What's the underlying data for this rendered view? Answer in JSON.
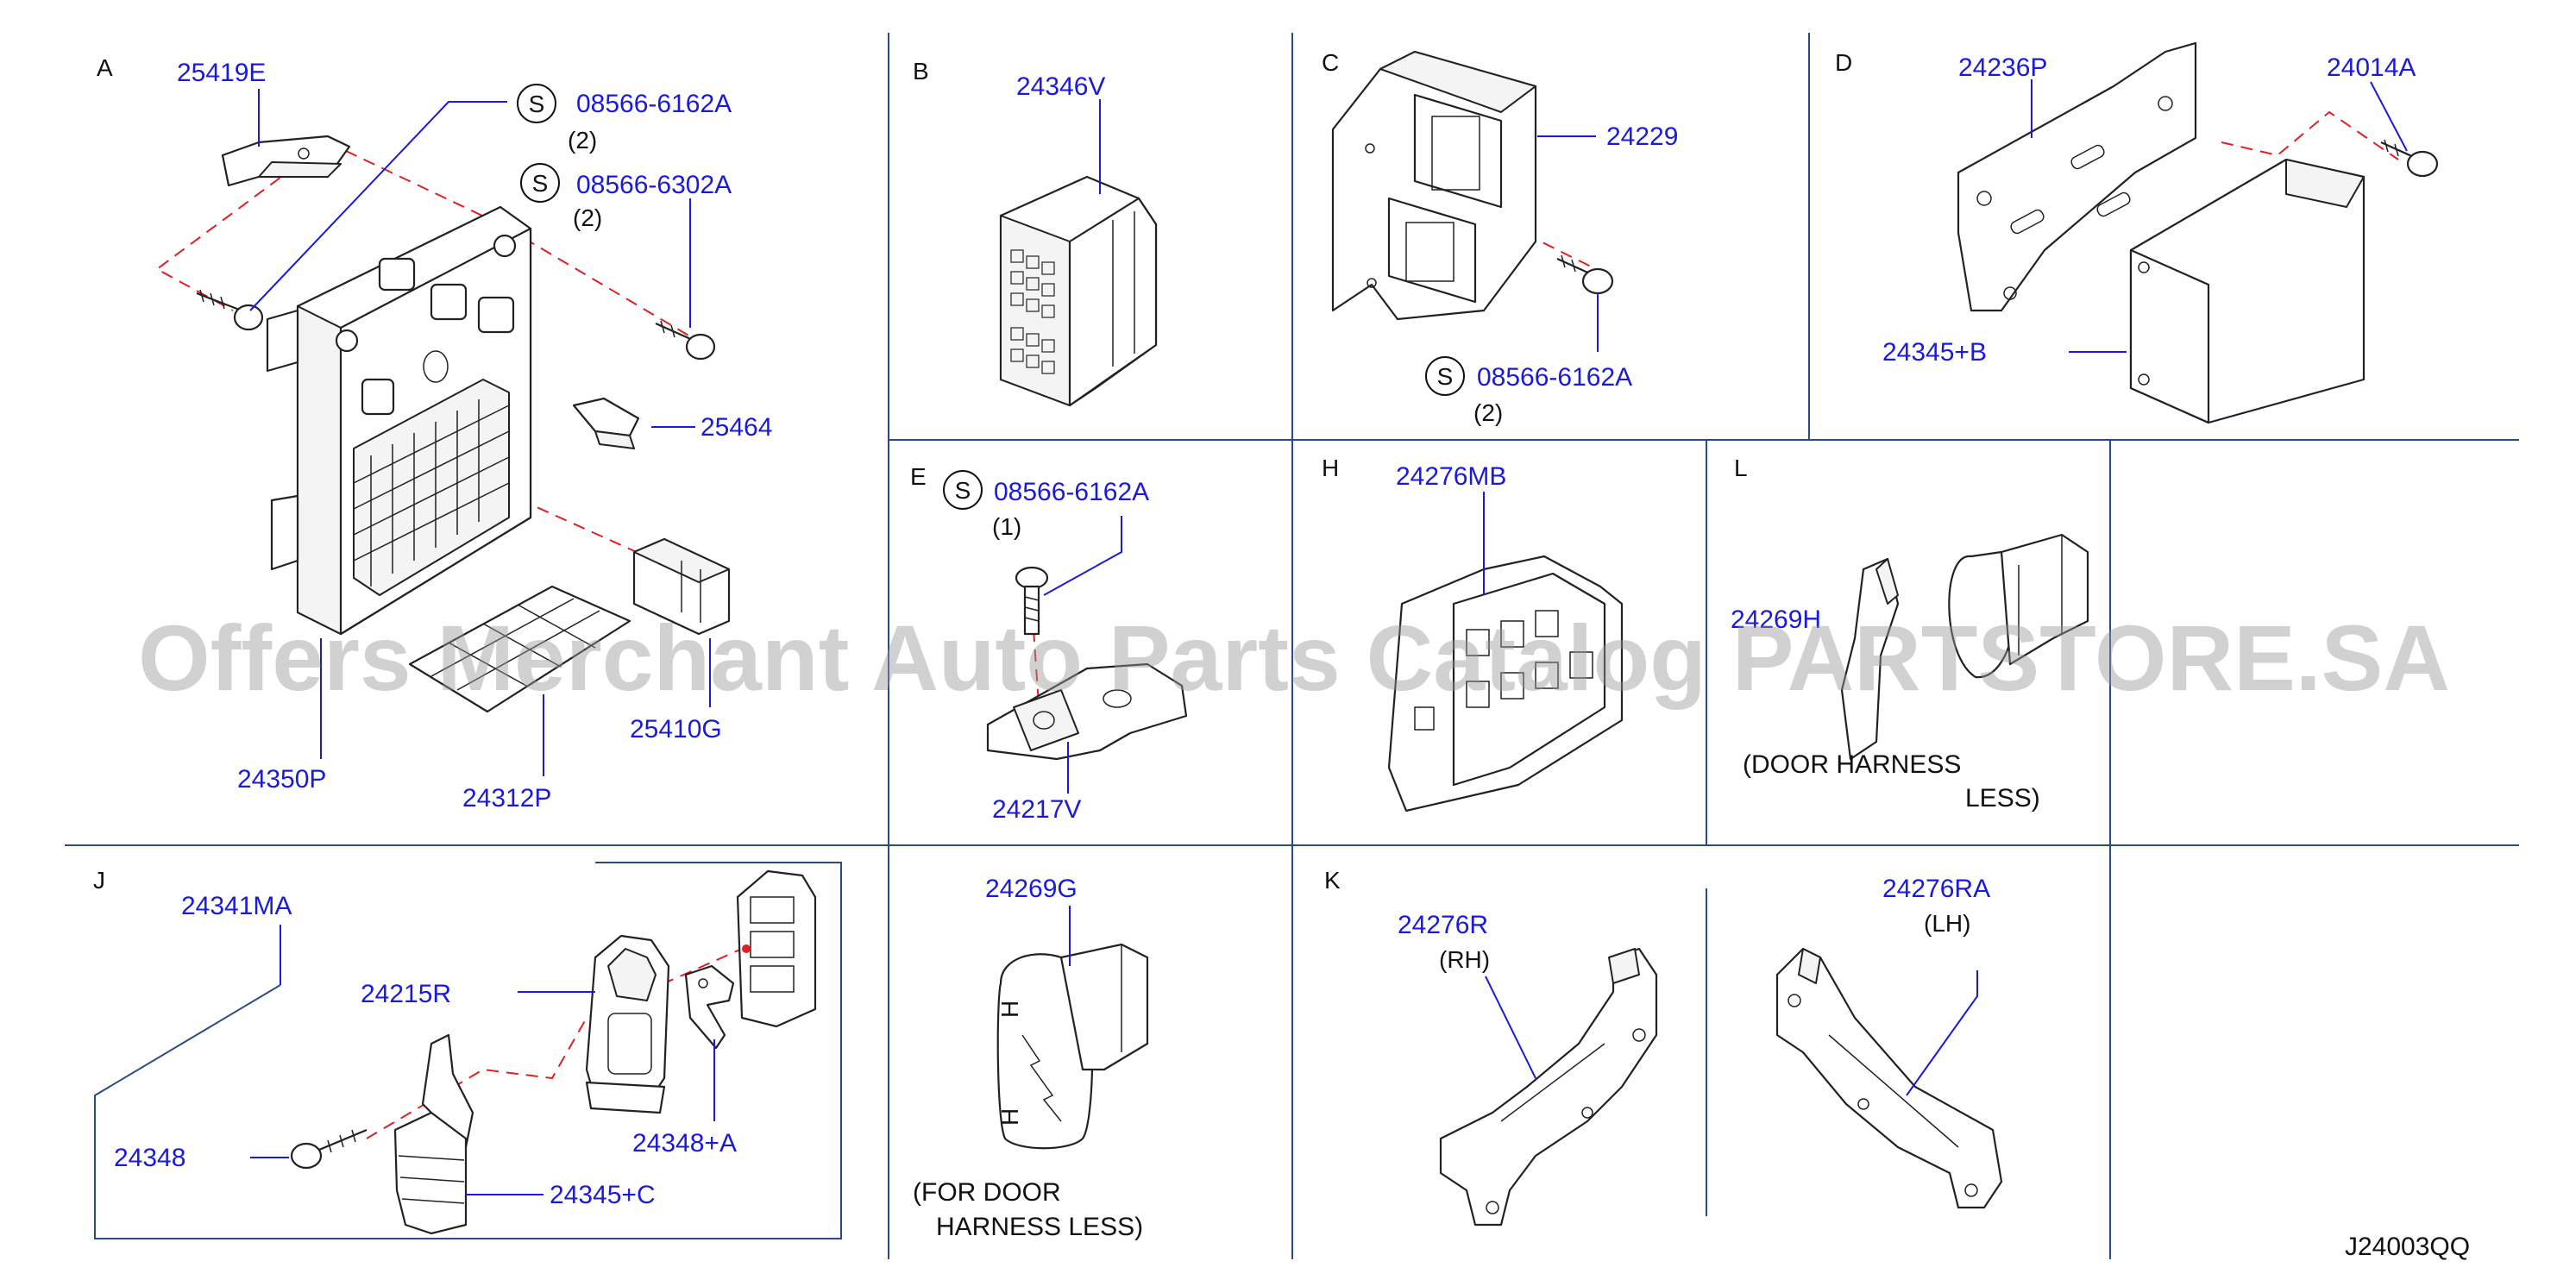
{
  "diagram_code": "J24003QQ",
  "watermark": "Offers Merchant Auto Parts Catalog PARTSTORE.SA",
  "std_symbol": "S",
  "sections": {
    "A": {
      "letter": "A",
      "parts": [
        "25419E",
        "08566-6162A",
        "08566-6302A",
        "25464",
        "25410G",
        "24350P",
        "24312P"
      ],
      "qty_a": "(2)",
      "qty_b": "(2)"
    },
    "B": {
      "letter": "B",
      "parts": [
        "24346V"
      ]
    },
    "C": {
      "letter": "C",
      "parts": [
        "24229",
        "08566-6162A"
      ],
      "qty": "(2)"
    },
    "D": {
      "letter": "D",
      "parts": [
        "24236P",
        "24014A",
        "24345+B"
      ]
    },
    "E": {
      "letter": "E",
      "parts": [
        "08566-6162A",
        "24217V"
      ],
      "qty": "(1)"
    },
    "H": {
      "letter": "H",
      "parts": [
        "24276MB"
      ]
    },
    "L": {
      "letter": "L",
      "parts": [
        "24269H"
      ],
      "note_line1": "(DOOR   HARNESS",
      "note_line2": "LESS)"
    },
    "J": {
      "letter": "J",
      "parts": [
        "24341MA",
        "24215R",
        "24348",
        "24348+A",
        "24345+C"
      ]
    },
    "G": {
      "parts": [
        "24269G"
      ],
      "note_line1": "(FOR   DOOR",
      "note_line2": "HARNESS   LESS)"
    },
    "K": {
      "letter": "K",
      "parts": [
        "24276R",
        "24276RA"
      ],
      "side_rh": "(RH)",
      "side_lh": "(LH)"
    }
  }
}
